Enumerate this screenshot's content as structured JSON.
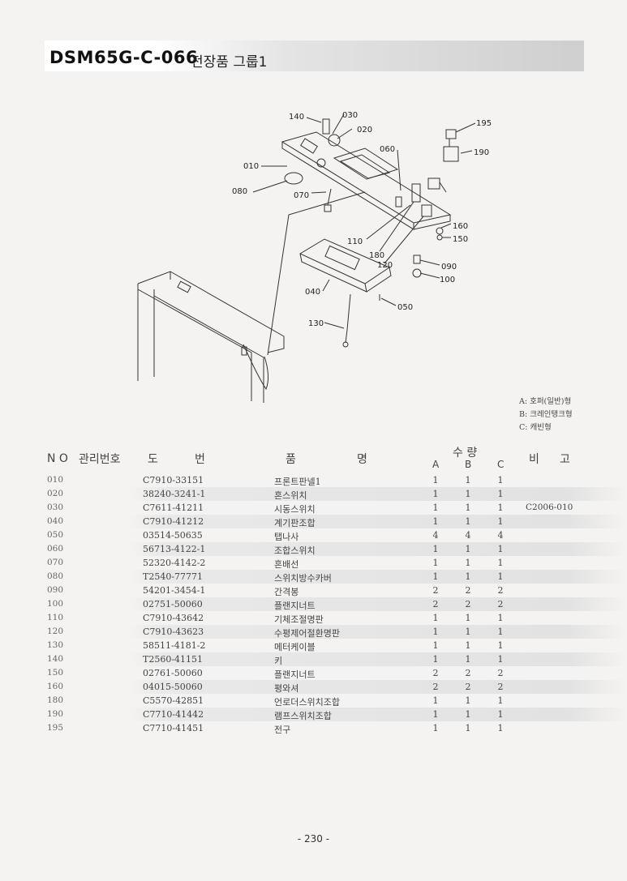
{
  "header": {
    "code": "DSM65G-C-066",
    "title": "전장품 그룹1"
  },
  "diagram": {
    "callouts": [
      {
        "label": "140"
      },
      {
        "label": "030"
      },
      {
        "label": "020"
      },
      {
        "label": "195"
      },
      {
        "label": "060"
      },
      {
        "label": "190"
      },
      {
        "label": "010"
      },
      {
        "label": "080"
      },
      {
        "label": "070"
      },
      {
        "label": "160"
      },
      {
        "label": "150"
      },
      {
        "label": "110"
      },
      {
        "label": "180"
      },
      {
        "label": "120"
      },
      {
        "label": "090"
      },
      {
        "label": "100"
      },
      {
        "label": "040"
      },
      {
        "label": "050"
      },
      {
        "label": "130"
      }
    ]
  },
  "legend": [
    "A: 호퍼(일반)형",
    "B: 크레인탱크형",
    "C: 캐빈형"
  ],
  "table": {
    "headers": {
      "no": "N O",
      "mgmt": "관리번호",
      "drawing_1": "도",
      "drawing_2": "번",
      "name_1": "품",
      "name_2": "명",
      "qty": "수  량",
      "qty_a": "A",
      "qty_b": "B",
      "qty_c": "C",
      "remark_1": "비",
      "remark_2": "고"
    },
    "rows": [
      {
        "no": "010",
        "drawing": "C7910-33151",
        "name": "프론트판넬1",
        "a": "1",
        "b": "1",
        "c": "1",
        "remark": ""
      },
      {
        "no": "020",
        "drawing": "38240-3241-1",
        "name": "혼스위치",
        "a": "1",
        "b": "1",
        "c": "1",
        "remark": ""
      },
      {
        "no": "030",
        "drawing": "C7611-41211",
        "name": "시동스위치",
        "a": "1",
        "b": "1",
        "c": "1",
        "remark": "C2006-010"
      },
      {
        "no": "040",
        "drawing": "C7910-41212",
        "name": "계기판조합",
        "a": "1",
        "b": "1",
        "c": "1",
        "remark": ""
      },
      {
        "no": "050",
        "drawing": "03514-50635",
        "name": "탭나사",
        "a": "4",
        "b": "4",
        "c": "4",
        "remark": ""
      },
      {
        "no": "060",
        "drawing": "56713-4122-1",
        "name": "조합스위치",
        "a": "1",
        "b": "1",
        "c": "1",
        "remark": ""
      },
      {
        "no": "070",
        "drawing": "52320-4142-2",
        "name": "혼배선",
        "a": "1",
        "b": "1",
        "c": "1",
        "remark": ""
      },
      {
        "no": "080",
        "drawing": "T2540-77771",
        "name": "스위치방수카버",
        "a": "1",
        "b": "1",
        "c": "1",
        "remark": ""
      },
      {
        "no": "090",
        "drawing": "54201-3454-1",
        "name": "간격봉",
        "a": "2",
        "b": "2",
        "c": "2",
        "remark": ""
      },
      {
        "no": "100",
        "drawing": "02751-50060",
        "name": "플랜지너트",
        "a": "2",
        "b": "2",
        "c": "2",
        "remark": ""
      },
      {
        "no": "110",
        "drawing": "C7910-43642",
        "name": "기체조절명판",
        "a": "1",
        "b": "1",
        "c": "1",
        "remark": ""
      },
      {
        "no": "120",
        "drawing": "C7910-43623",
        "name": "수평제어절환명판",
        "a": "1",
        "b": "1",
        "c": "1",
        "remark": ""
      },
      {
        "no": "130",
        "drawing": "58511-4181-2",
        "name": "메터케이블",
        "a": "1",
        "b": "1",
        "c": "1",
        "remark": ""
      },
      {
        "no": "140",
        "drawing": "T2560-41151",
        "name": "키",
        "a": "1",
        "b": "1",
        "c": "1",
        "remark": ""
      },
      {
        "no": "150",
        "drawing": "02761-50060",
        "name": "플랜지너트",
        "a": "2",
        "b": "2",
        "c": "2",
        "remark": ""
      },
      {
        "no": "160",
        "drawing": "04015-50060",
        "name": "평와셔",
        "a": "2",
        "b": "2",
        "c": "2",
        "remark": ""
      },
      {
        "no": "180",
        "drawing": "C5570-42851",
        "name": "언로더스위치조합",
        "a": "1",
        "b": "1",
        "c": "1",
        "remark": ""
      },
      {
        "no": "190",
        "drawing": "C7710-41442",
        "name": "램프스위치조합",
        "a": "1",
        "b": "1",
        "c": "1",
        "remark": ""
      },
      {
        "no": "195",
        "drawing": "C7710-41451",
        "name": "전구",
        "a": "1",
        "b": "1",
        "c": "1",
        "remark": ""
      }
    ]
  },
  "page_number": "- 230 -"
}
